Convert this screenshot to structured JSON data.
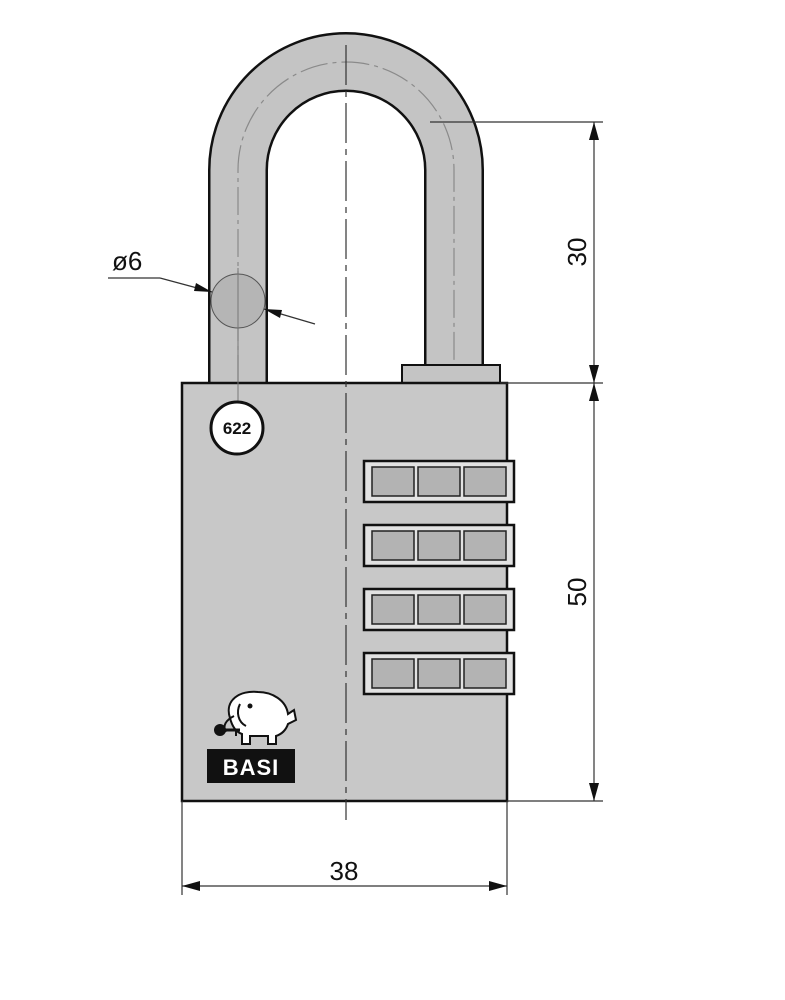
{
  "colors": {
    "body": "#c8c8c8",
    "shackle": "#c4c4c4",
    "outline": "#111111",
    "dimension_line": "#333333",
    "wheel": "#b3b3b3",
    "brand_bg": "#111111"
  },
  "dimensions": {
    "shackle_diameter": "ø6",
    "shackle_height": "30",
    "body_height": "50",
    "body_width": "38"
  },
  "labels": {
    "model_number": "622",
    "brand": "BASI"
  },
  "icons": {
    "brand_logo": "elephant-with-key-icon"
  },
  "combination": {
    "dial_rows": 4,
    "wheels_per_row": 3
  }
}
